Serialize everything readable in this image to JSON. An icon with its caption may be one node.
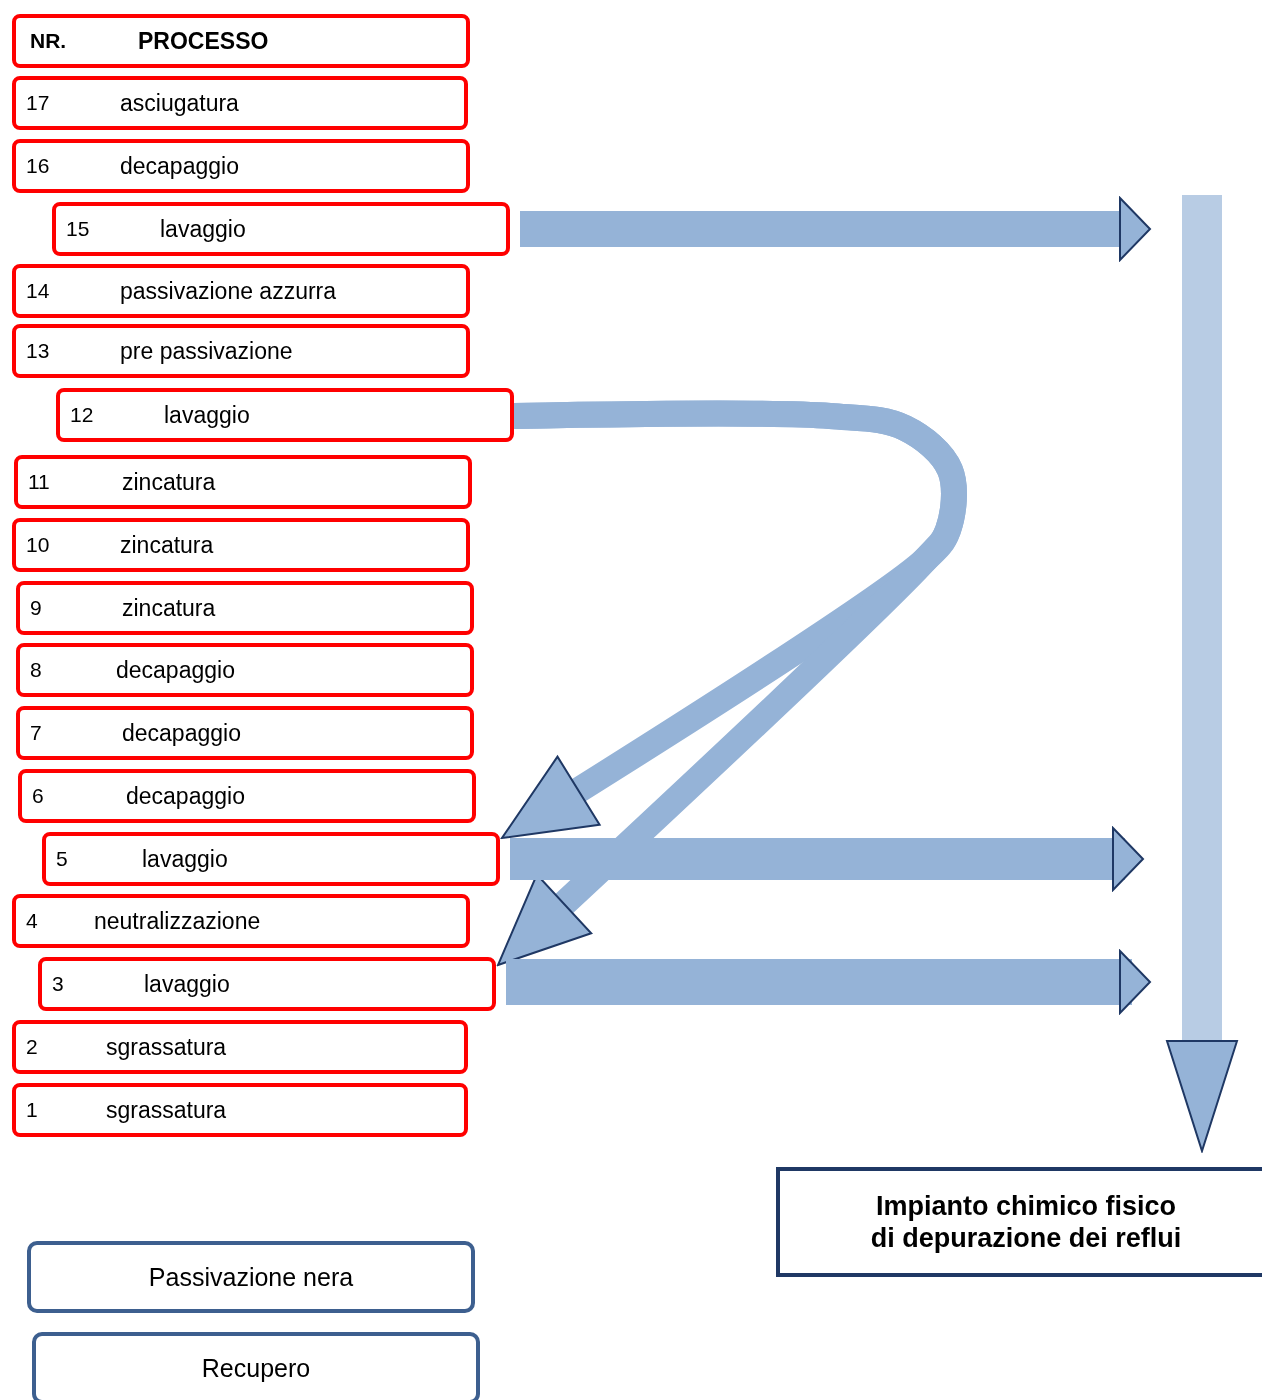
{
  "diagram": {
    "nodes": [
      {
        "text": [
          "NR.",
          "PROCESSO"
        ]
      },
      {
        "text": [
          "17",
          "asciugatura"
        ]
      },
      {
        "text": [
          "16",
          "decapaggio"
        ]
      },
      {
        "text": [
          "15",
          "lavaggio"
        ]
      },
      {
        "text": [
          "14",
          "passivazione azzurra"
        ]
      },
      {
        "text": [
          "13",
          "pre passivazione"
        ]
      },
      {
        "text": [
          "12",
          "lavaggio"
        ]
      },
      {
        "text": [
          "11",
          "zincatura"
        ]
      },
      {
        "text": [
          "10",
          "zincatura"
        ]
      },
      {
        "text": [
          "9",
          "zincatura"
        ]
      },
      {
        "text": [
          "8",
          "decapaggio"
        ]
      },
      {
        "text": [
          "7",
          "decapaggio"
        ]
      },
      {
        "text": [
          "6",
          "decapaggio"
        ]
      },
      {
        "text": [
          "5",
          "lavaggio"
        ]
      },
      {
        "text": [
          "4",
          "neutralizzazione"
        ]
      },
      {
        "text": [
          "3",
          "lavaggio"
        ]
      },
      {
        "text": [
          "2",
          "sgrassatura"
        ]
      },
      {
        "text": [
          "1",
          "sgrassatura"
        ]
      },
      {
        "text": [
          "Impianto chimico fisico di depurazione dei reflui"
        ]
      },
      {
        "text": [
          "Passivazione nera"
        ]
      },
      {
        "text": [
          "Recupero"
        ]
      }
    ],
    "edges": [
      {
        "from": 3,
        "to": null,
        "arrow": "to"
      },
      {
        "from": 6,
        "to": 13,
        "arrow": "to"
      },
      {
        "from": 6,
        "to": 15,
        "arrow": "to"
      },
      {
        "from": 13,
        "to": null,
        "arrow": "to"
      },
      {
        "from": 15,
        "to": null,
        "arrow": "to"
      },
      {
        "from": null,
        "to": 18,
        "arrow": "to"
      }
    ]
  }
}
